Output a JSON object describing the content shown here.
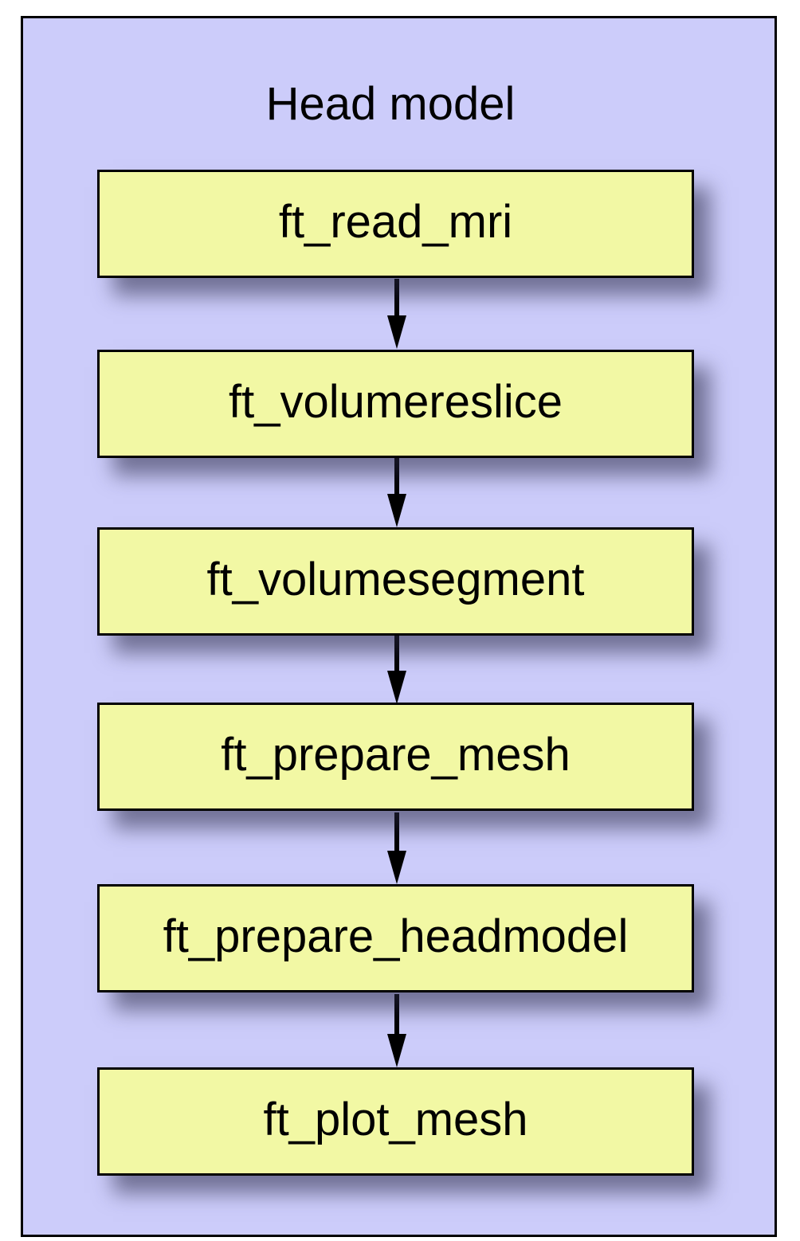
{
  "diagram": {
    "title": "Head model",
    "nodes": [
      {
        "label": "ft_read_mri"
      },
      {
        "label": "ft_volumereslice"
      },
      {
        "label": "ft_volumesegment"
      },
      {
        "label": "ft_prepare_mesh"
      },
      {
        "label": "ft_prepare_headmodel"
      },
      {
        "label": "ft_plot_mesh"
      }
    ],
    "edges": [
      {
        "from": "ft_read_mri",
        "to": "ft_volumereslice"
      },
      {
        "from": "ft_volumereslice",
        "to": "ft_volumesegment"
      },
      {
        "from": "ft_volumesegment",
        "to": "ft_prepare_mesh"
      },
      {
        "from": "ft_prepare_mesh",
        "to": "ft_prepare_headmodel"
      },
      {
        "from": "ft_prepare_headmodel",
        "to": "ft_plot_mesh"
      }
    ],
    "colors": {
      "background": "#ccccfa",
      "node_fill": "#f2f8a4",
      "stroke": "#000000"
    }
  }
}
